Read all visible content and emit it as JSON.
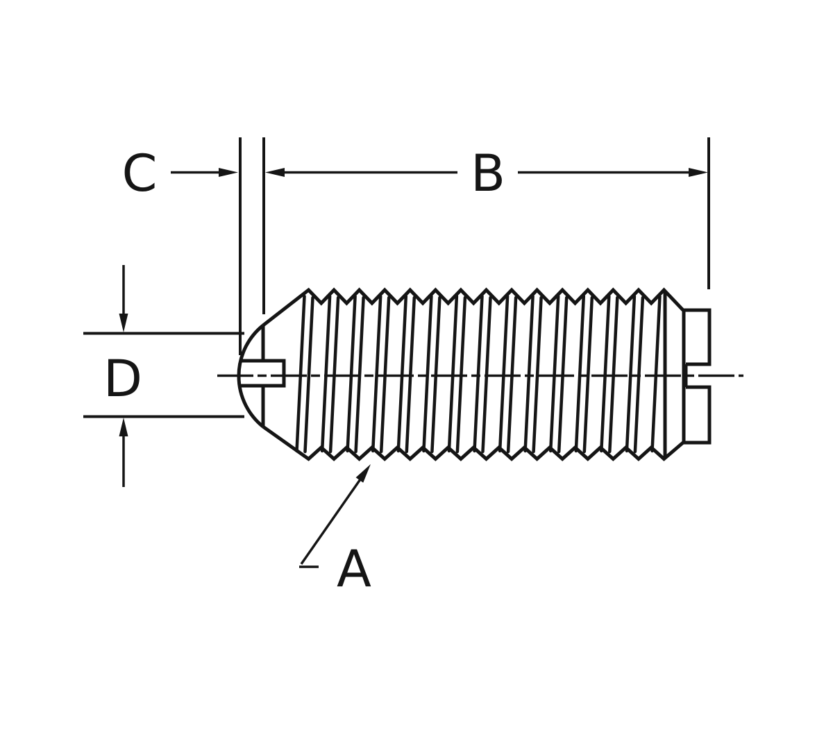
{
  "figure": {
    "type": "technical-drawing",
    "ink_color": "#151515",
    "paper_color": "#ffffff",
    "labels": {
      "thread_callout": "A",
      "body_length": "B",
      "nose_projection": "C",
      "nose_diameter": "D"
    }
  }
}
